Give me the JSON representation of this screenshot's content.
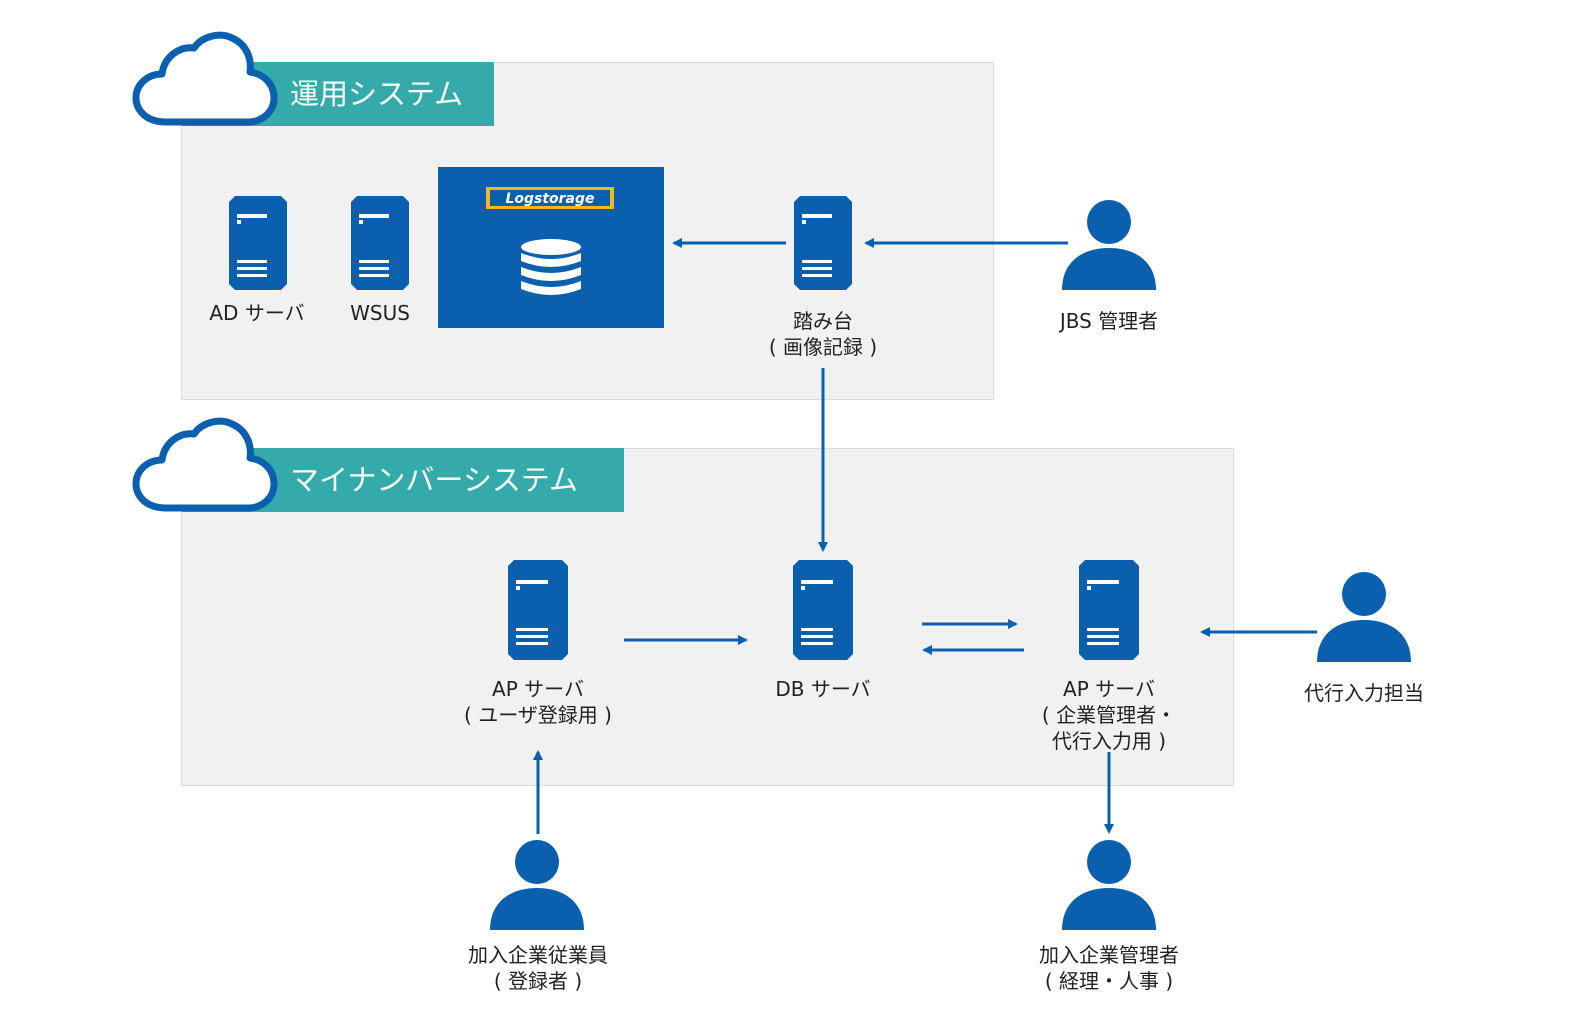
{
  "colors": {
    "primary_blue": "#0a5fae",
    "teal": "#35aaaa",
    "panel_gray": "#f1f1f1"
  },
  "systems": {
    "ops": {
      "title": "運用システム"
    },
    "mynumber": {
      "title": "マイナンバーシステム"
    }
  },
  "logstorage": {
    "logo_text": "Logstorage"
  },
  "nodes": {
    "ad_server": {
      "label": "AD サーバ",
      "icon": "server-icon"
    },
    "wsus": {
      "label": "WSUS",
      "icon": "server-icon"
    },
    "stepping_server": {
      "line1": "踏み台",
      "line2": "( 画像記録 )",
      "icon": "server-icon"
    },
    "jbs_admin": {
      "label": "JBS 管理者",
      "icon": "person-icon"
    },
    "ap_server_reg": {
      "line1": "AP サーバ",
      "line2": "( ユーザ登録用 )",
      "icon": "server-icon"
    },
    "db_server": {
      "label": "DB サーバ",
      "icon": "server-icon"
    },
    "ap_server_mgmt": {
      "line1": "AP サーバ",
      "line2": "( 企業管理者・",
      "line3": "代行入力用 )",
      "icon": "server-icon"
    },
    "proxy_input": {
      "label": "代行入力担当",
      "icon": "person-icon"
    },
    "employee": {
      "line1": "加入企業従業員",
      "line2": "( 登録者 )",
      "icon": "person-icon"
    },
    "company_admin": {
      "line1": "加入企業管理者",
      "line2": "( 経理・人事 )",
      "icon": "person-icon"
    }
  }
}
